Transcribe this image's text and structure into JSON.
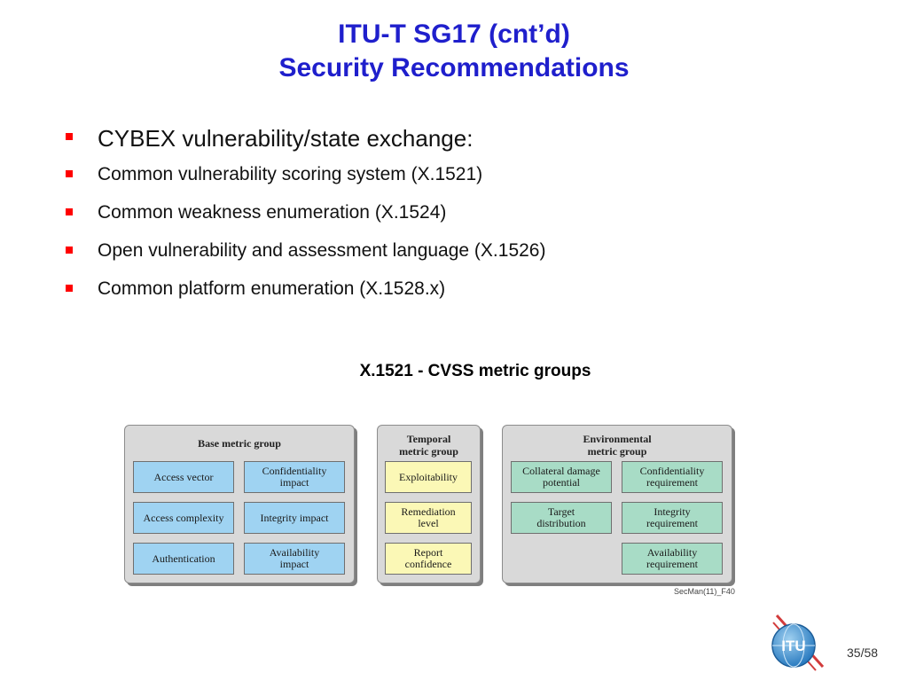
{
  "slide": {
    "title_line1": "ITU-T SG17 (cnt’d)",
    "title_line2": "Security Recommendations",
    "bullets": [
      "CYBEX vulnerability/state exchange:",
      "Common vulnerability scoring system (X.1521)",
      "Common weakness enumeration (X.1524)",
      "Open vulnerability and assessment language (X.1526)",
      "Common platform enumeration (X.1528.x)"
    ],
    "figure_caption": "X.1521 - CVSS metric groups",
    "page_number": "35/58",
    "logo_text": "ITU"
  },
  "figure": {
    "base": {
      "title": "Base metric group",
      "items": [
        "Access vector",
        "Confidentiality\nimpact",
        "Access complexity",
        "Integrity impact",
        "Authentication",
        "Availability\nimpact"
      ]
    },
    "temporal": {
      "title": "Temporal\nmetric group",
      "items": [
        "Exploitability",
        "Remediation\nlevel",
        "Report\nconfidence"
      ]
    },
    "environmental": {
      "title": "Environmental\nmetric group",
      "items": [
        "Collateral damage\npotential",
        "Confidentiality\nrequirement",
        "Target\ndistribution",
        "Integrity\nrequirement",
        "Availability\nrequirement"
      ]
    },
    "reference": "SecMan(11)_F40"
  },
  "colors": {
    "title": "#1f1fcc",
    "bullet_marker": "#ff0000",
    "base_box": "#9fd3f2",
    "temporal_box": "#fbf8b6",
    "environmental_box": "#a8dcc6",
    "panel_bg": "#d9d9d9"
  }
}
